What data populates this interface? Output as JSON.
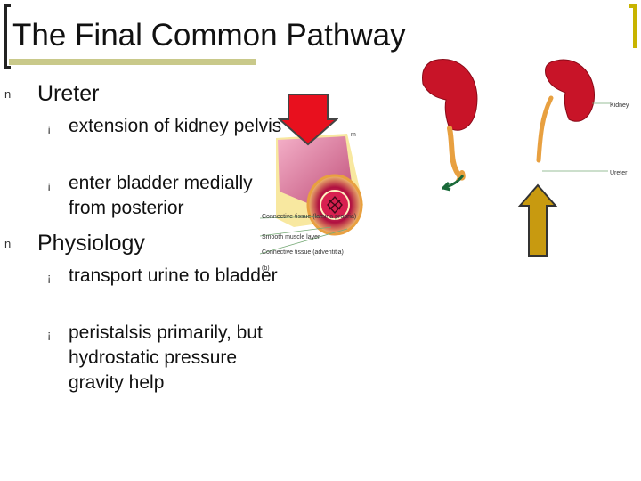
{
  "slide": {
    "title": "The Final Common Pathway",
    "bullets": [
      {
        "marker": "n",
        "text": "Ureter",
        "sub": [
          {
            "marker": "¡",
            "text": "extension of kidney pelvis"
          },
          {
            "marker": "¡",
            "text": "enter bladder medially from posterior"
          }
        ]
      },
      {
        "marker": "n",
        "text": "Physiology",
        "sub": [
          {
            "marker": "¡",
            "text": "transport urine to bladder"
          },
          {
            "marker": "¡",
            "text": "peristalsis primarily, but hydrostatic pressure gravity help"
          }
        ]
      }
    ]
  },
  "figure": {
    "labels": {
      "kidney": "Kidney",
      "ureter": "Ureter",
      "connective_lamina": "Connective tissue (lamina propria)",
      "smooth_muscle": "Smooth muscle layer",
      "connective_adventitia": "Connective tissue (adventitia)",
      "panel": "(b)",
      "cut_label": "m"
    }
  },
  "colors": {
    "kidney": "#c81428",
    "ureter": "#e8a040",
    "red_arrow": "#e8101e",
    "gold_arrow": "#c89a10",
    "accent_bar": "#c9c98a",
    "bracket_gold": "#c8b400"
  }
}
